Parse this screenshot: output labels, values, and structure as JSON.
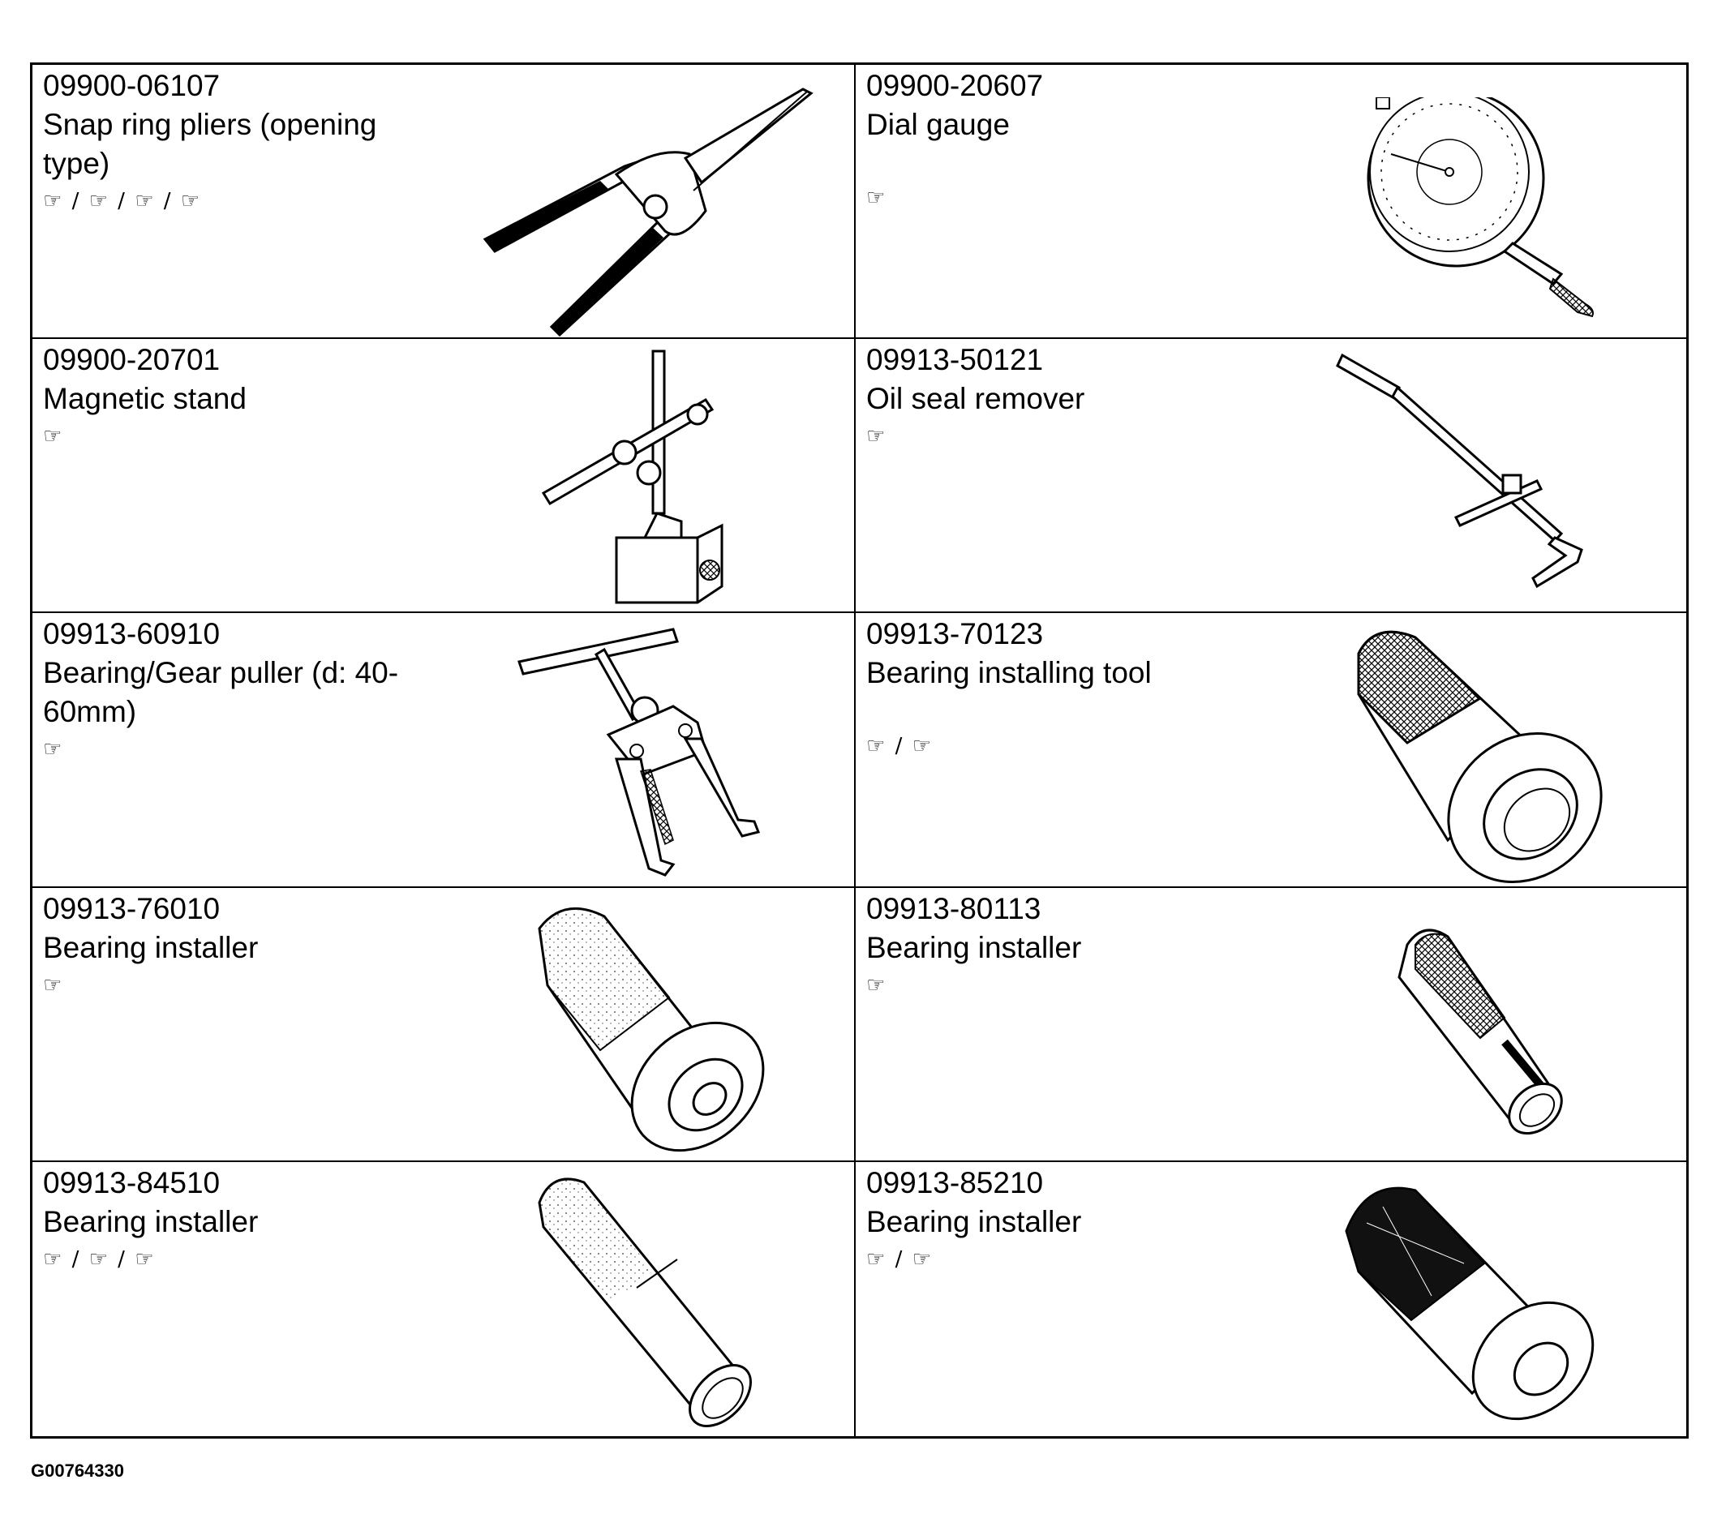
{
  "tools": [
    {
      "part_no": "09900-06107",
      "name": "Snap ring pliers (opening type)",
      "refs": "☞ / ☞ / ☞ / ☞",
      "icon": "snap-ring-pliers-icon"
    },
    {
      "part_no": "09900-20607",
      "name": "Dial gauge",
      "refs": "☞",
      "icon": "dial-gauge-icon"
    },
    {
      "part_no": "09900-20701",
      "name": "Magnetic stand",
      "refs": "☞",
      "icon": "magnetic-stand-icon"
    },
    {
      "part_no": "09913-50121",
      "name": "Oil seal remover",
      "refs": "☞",
      "icon": "oil-seal-remover-icon"
    },
    {
      "part_no": "09913-60910",
      "name": "Bearing/Gear puller (d: 40-60mm)",
      "refs": "☞",
      "icon": "gear-puller-icon"
    },
    {
      "part_no": "09913-70123",
      "name": "Bearing installing tool",
      "refs": "☞ / ☞",
      "icon": "bearing-installing-tool-icon"
    },
    {
      "part_no": "09913-76010",
      "name": "Bearing installer",
      "refs": "☞",
      "icon": "bearing-installer-icon"
    },
    {
      "part_no": "09913-80113",
      "name": "Bearing installer",
      "refs": "☞",
      "icon": "bearing-installer-icon"
    },
    {
      "part_no": "09913-84510",
      "name": "Bearing installer",
      "refs": "☞ / ☞ / ☞",
      "icon": "bearing-installer-icon"
    },
    {
      "part_no": "09913-85210",
      "name": "Bearing installer",
      "refs": "☞ / ☞",
      "icon": "bearing-installer-icon"
    }
  ],
  "footer": {
    "figure_id": "G00764330"
  }
}
